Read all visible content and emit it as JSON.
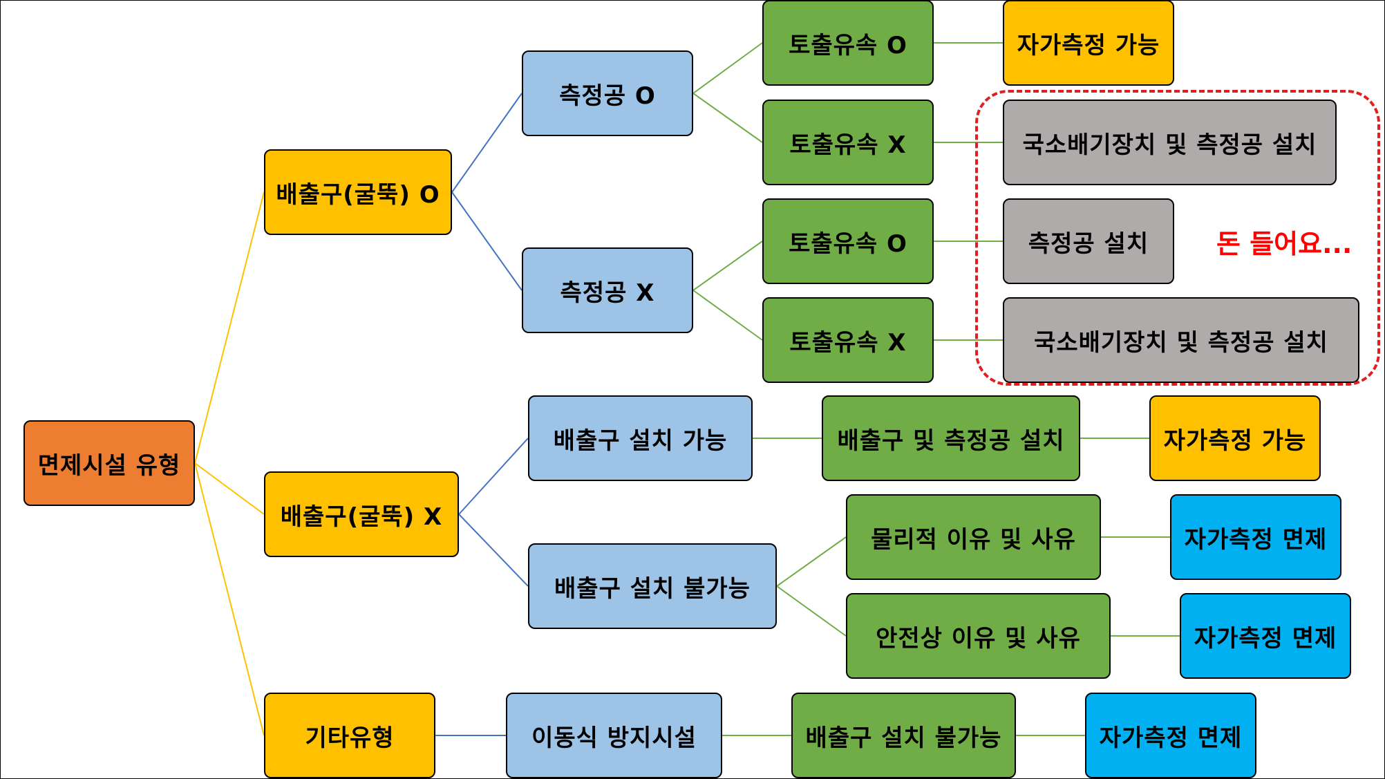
{
  "colors": {
    "root": "#ED7D31",
    "yellow": "#FFC000",
    "light_blue": "#9DC3E6",
    "green": "#70AD47",
    "gray": "#AFABAB",
    "cyan": "#00B0F0",
    "note_red": "#FF0000",
    "link_level1": "#FFC000",
    "link_level2": "#4472C4",
    "link_level3": "#70AD47"
  },
  "root": "면제시설 유형",
  "outlet_o": {
    "label": "배출구(굴뚝) O",
    "port_o": {
      "label": "측정공 O",
      "velocity_o": {
        "label": "토출유속 O",
        "result": "자가측정 가능"
      },
      "velocity_x": {
        "label": "토출유속 X",
        "result": "국소배기장치 및 측정공 설치"
      }
    },
    "port_x": {
      "label": "측정공 X",
      "velocity_o": {
        "label": "토출유속 O",
        "result": "측정공 설치"
      },
      "velocity_x": {
        "label": "토출유속 X",
        "result": "국소배기장치 및 측정공 설치"
      }
    }
  },
  "outlet_x": {
    "label": "배출구(굴뚝) X",
    "possible": {
      "label": "배출구 설치 가능",
      "action": "배출구 및 측정공 설치",
      "result": "자가측정 가능"
    },
    "impossible": {
      "label": "배출구 설치 불가능",
      "physical": {
        "label": "물리적 이유 및 사유",
        "result": "자가측정 면제"
      },
      "safety": {
        "label": "안전상 이유 및 사유",
        "result": "자가측정 면제"
      }
    }
  },
  "other": {
    "label": "기타유형",
    "mobile": "이동식 방지시설",
    "impossible": "배출구 설치 불가능",
    "result": "자가측정 면제"
  },
  "note": "돈 들어요..."
}
